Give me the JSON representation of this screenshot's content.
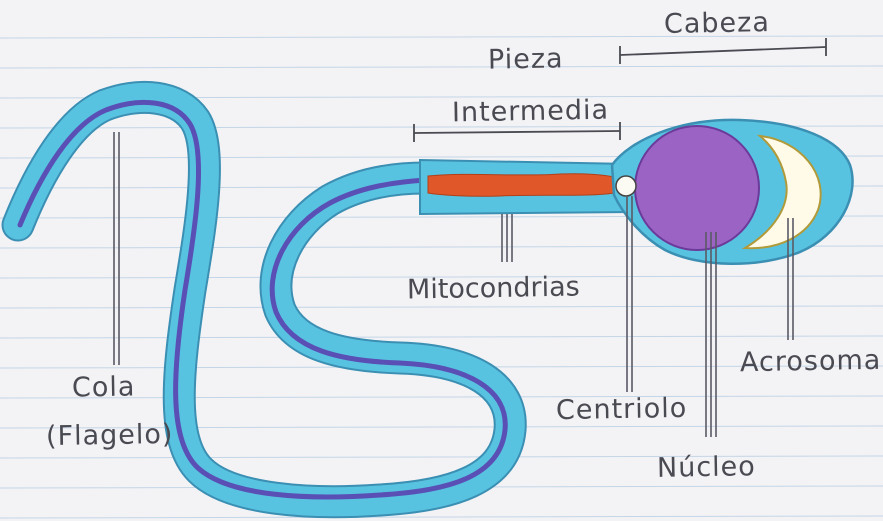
{
  "labels": {
    "cabeza": "Cabeza",
    "pieza": "Pieza",
    "intermedia": "Intermedia",
    "mitocondrias": "Mitocondrias",
    "acrosoma": "Acrosoma",
    "centriolo": "Centriolo",
    "nucleo": "Núcleo",
    "cola": "Cola",
    "flagelo": "(Flagelo)"
  },
  "colors": {
    "paper": "#f3f3f6",
    "ruled_line": "#c3d5e6",
    "tail_fill": "#58c3e0",
    "tail_core": "#5a4fb5",
    "membrane": "#7fd1e8",
    "nucleus": "#9b63c4",
    "acrosome": "#fffbe8",
    "mitochondria": "#e0582a",
    "pointer_line": "#5a5a66"
  }
}
